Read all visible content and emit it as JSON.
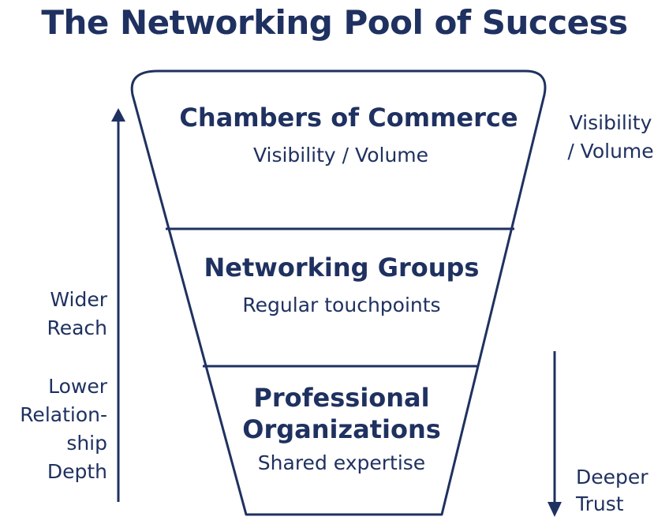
{
  "title": "The Networking Pool of Success",
  "tiers": [
    {
      "title": "Chambers of Commerce",
      "subtitle": "Visibility / Volume"
    },
    {
      "title": "Networking Groups",
      "subtitle": "Regular touchpoints"
    },
    {
      "title_line1": "Professional",
      "title_line2": "Organizations",
      "subtitle": "Shared expertise"
    }
  ],
  "right_top_label": {
    "line1": "Visibility",
    "line2": "/ Volume"
  },
  "left_labels": {
    "reach": {
      "line1": "Wider",
      "line2": "Reach"
    },
    "depth": {
      "line1": "Lower",
      "line2": "Relation-",
      "line3": "ship",
      "line4": "Depth"
    }
  },
  "right_bottom_label": {
    "line1": "Deeper",
    "line2": "Trust"
  },
  "colors": {
    "primary": "#1f3160",
    "background": "#ffffff"
  }
}
